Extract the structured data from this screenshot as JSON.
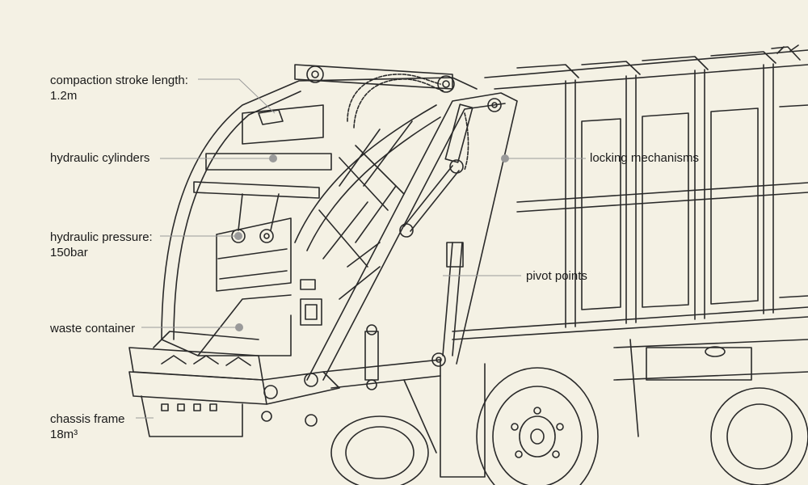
{
  "labels": {
    "compaction_stroke": {
      "line1": "compaction stroke length:",
      "line2": "1.2m"
    },
    "hydraulic_cylinders": {
      "line1": "hydraulic cylinders"
    },
    "hydraulic_pressure": {
      "line1": "hydraulic pressure:",
      "line2": "150bar"
    },
    "waste_container": {
      "line1": "waste container"
    },
    "chassis_frame": {
      "line1": "chassis frame",
      "line2": "18m³"
    },
    "locking_mechanisms": {
      "line1": "locking mechanisms"
    },
    "pivot_points": {
      "line1": "pivot points"
    }
  },
  "colors": {
    "background": "#f4f1e4",
    "linework": "#2a2a2a",
    "leader_line": "#9a9a9a",
    "marker_dot": "#9a9a9a"
  }
}
